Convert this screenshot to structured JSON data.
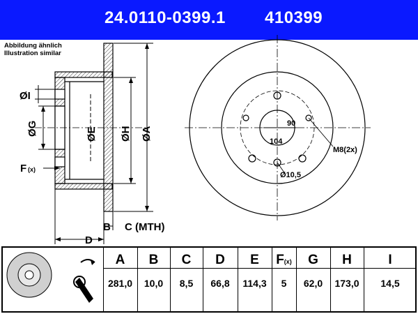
{
  "header": {
    "part_number": "24.0110-0399.1",
    "ref_number": "410399",
    "color": "#0a19ff"
  },
  "note": {
    "line1": "Abbildung ähnlich",
    "line2": "Illustration similar"
  },
  "side_view": {
    "label_I": "ØI",
    "label_G": "ØG",
    "label_E": "ØE",
    "label_H": "ØH",
    "label_A": "ØA",
    "label_F": "F",
    "label_F_sub": "(x)",
    "label_B": "B",
    "label_C": "C (MTH)",
    "label_D": "D"
  },
  "front_view": {
    "label_90": "90",
    "label_104": "104",
    "label_thread": "M8(2x)",
    "label_hole": "Ø10,5"
  },
  "table": {
    "columns": [
      {
        "key": "A",
        "label": "A",
        "value": "281,0"
      },
      {
        "key": "B",
        "label": "B",
        "value": "10,0"
      },
      {
        "key": "C",
        "label": "C",
        "value": "8,5"
      },
      {
        "key": "D",
        "label": "D",
        "value": "66,8"
      },
      {
        "key": "E",
        "label": "E",
        "value": "114,3"
      },
      {
        "key": "F",
        "label": "F",
        "label_sub": "(x)",
        "value": "5"
      },
      {
        "key": "G",
        "label": "G",
        "value": "62,0"
      },
      {
        "key": "H",
        "label": "H",
        "value": "173,0"
      },
      {
        "key": "I",
        "label": "I",
        "value": "14,5"
      }
    ]
  }
}
